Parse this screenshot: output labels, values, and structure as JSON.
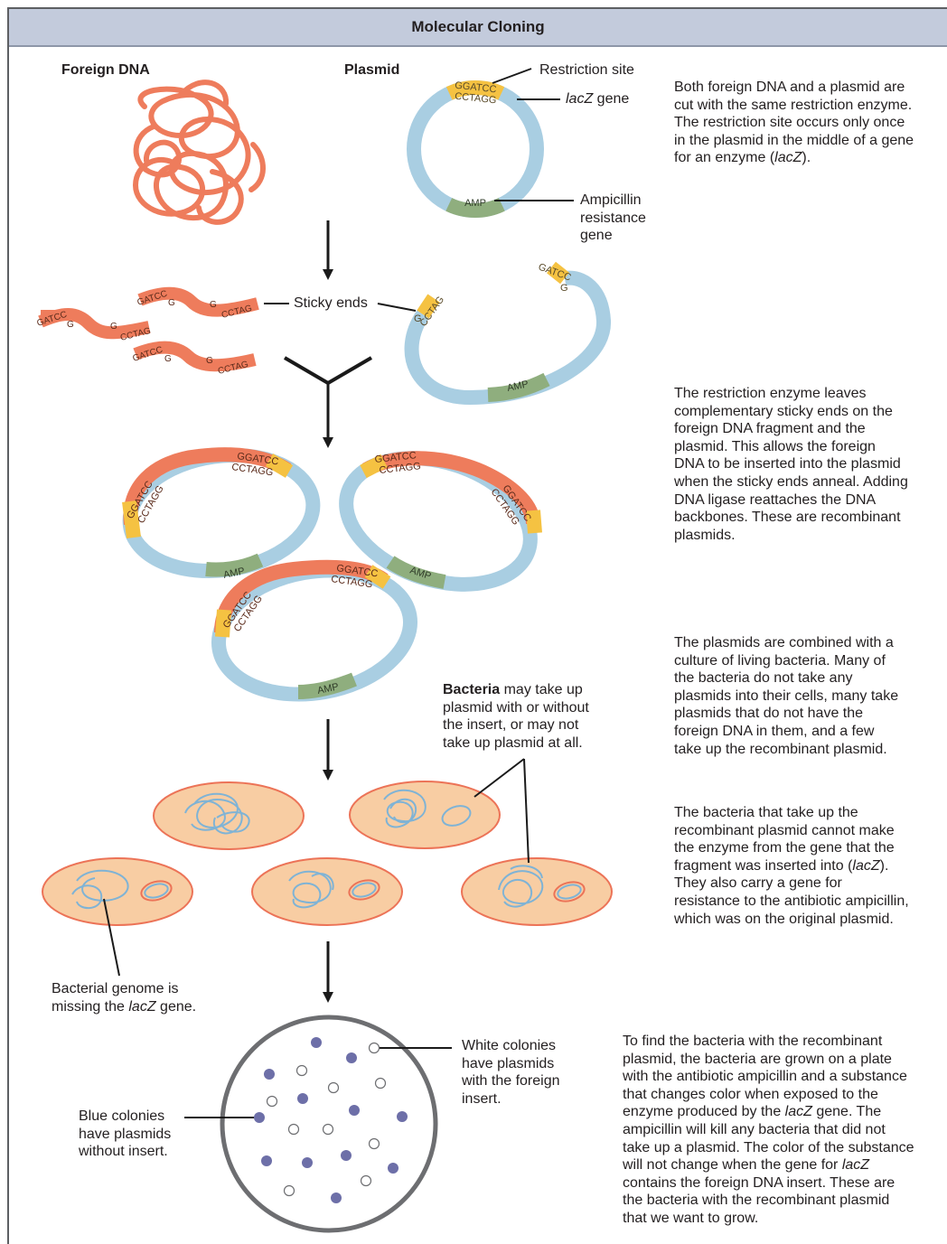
{
  "title": "Molecular Cloning",
  "labels": {
    "foreign_dna": "Foreign DNA",
    "plasmid": "Plasmid",
    "restriction_site": "Restriction site",
    "lacz_italic": "lacZ",
    "lacz_gene_suffix": " gene",
    "ampicillin_line1": "Ampicillin",
    "ampicillin_line2": "resistance",
    "ampicillin_line3": "gene",
    "sticky_ends": "Sticky ends",
    "bacteria_bold": "Bacteria",
    "bacteria_rest1": " may take up",
    "bacteria_line2": "plasmid with or without",
    "bacteria_line3": "the insert, or may not",
    "bacteria_line4": "take up plasmid at all.",
    "genome_line1": "Bacterial genome is",
    "genome_line2_pre": "missing the ",
    "genome_line2_italic": "lacZ",
    "genome_line2_post": " gene.",
    "white_line1": "White colonies",
    "white_line2": "have plasmids",
    "white_line3": "with the foreign",
    "white_line4": "insert.",
    "blue_line1": "Blue colonies",
    "blue_line2": "have plasmids",
    "blue_line3": "without insert."
  },
  "seq": {
    "ggatcc": "GGATCC",
    "cctagg": "CCTAGG",
    "gatcc": "GATCC",
    "g": "G",
    "cctag": "CCTAG",
    "amp": "AMP"
  },
  "descriptions": {
    "step1": {
      "l1": "Both foreign DNA and a plasmid are",
      "l2": "cut with the same restriction enzyme.",
      "l3": "The restriction site occurs only once",
      "l4": "in the plasmid in the middle of a gene",
      "l5_pre": "for an enzyme (",
      "l5_italic": "lacZ",
      "l5_post": ")."
    },
    "step2": {
      "l1": "The restriction enzyme leaves",
      "l2": "complementary sticky ends on the",
      "l3": "foreign DNA fragment and the",
      "l4": "plasmid. This allows the foreign",
      "l5": "DNA to be inserted into the plasmid",
      "l6": "when the sticky ends anneal. Adding",
      "l7": "DNA ligase reattaches the DNA",
      "l8": "backbones. These are recombinant",
      "l9": "plasmids."
    },
    "step3": {
      "l1": "The plasmids are combined with a",
      "l2": "culture of living bacteria. Many of",
      "l3": "the bacteria do not take any",
      "l4": "plasmids into their cells, many take",
      "l5": "plasmids that do not have the",
      "l6": "foreign DNA in them, and a few",
      "l7": "take up the recombinant plasmid."
    },
    "step4": {
      "l1": "The bacteria that take up the",
      "l2": "recombinant plasmid cannot make",
      "l3": "the enzyme from the gene that the",
      "l4_pre": "fragment was inserted into (",
      "l4_italic": "lacZ",
      "l4_post": ").",
      "l5": "They also carry a gene for",
      "l6": "resistance to the antibiotic ampicillin,",
      "l7": "which was on the original plasmid."
    },
    "step5": {
      "l1": "To find the bacteria with the recombinant",
      "l2": "plasmid, the bacteria are grown on a plate",
      "l3": "with the antibiotic ampicillin and a substance",
      "l4": "that changes color when exposed to the",
      "l5_pre": "enzyme produced by the ",
      "l5_italic": "lacZ",
      "l5_post": " gene. The",
      "l6": "ampicillin will kill any bacteria that did not",
      "l7": "take up a plasmid. The color of the substance",
      "l8_pre": "will not change when the gene for ",
      "l8_italic": "lacZ",
      "l9": "contains the foreign DNA insert. These are",
      "l10": "the bacteria with the recombinant plasmid",
      "l11": "that we want to grow."
    }
  },
  "colors": {
    "dna_red": "#ee7c5c",
    "plasmid_blue": "#a9cee2",
    "site_yellow": "#f5c242",
    "amp_green": "#8fae7e",
    "cell_fill": "#f8cda3",
    "cell_stroke": "#ec7357",
    "colony_blue": "#6d6fa8",
    "arrow": "#1a1a1a"
  }
}
